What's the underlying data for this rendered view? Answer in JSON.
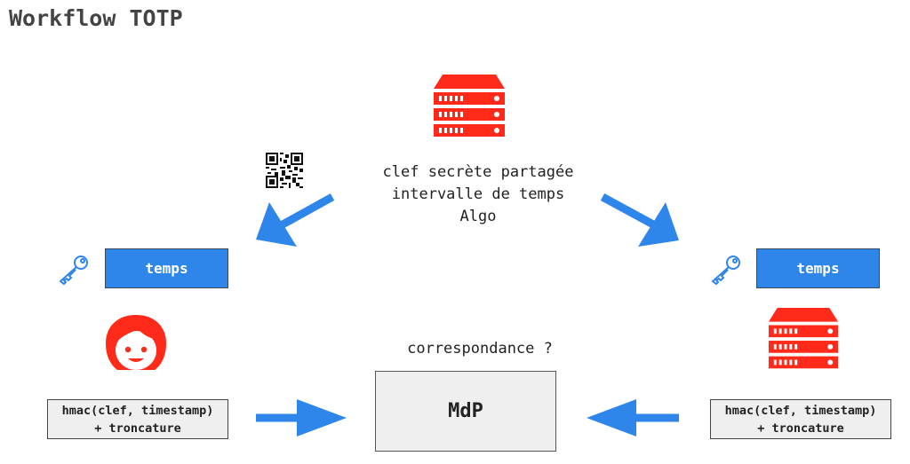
{
  "title": "Workflow TOTP",
  "server_info": {
    "line1": "clef secrète partagée",
    "line2": "intervalle de temps",
    "line3": "Algo"
  },
  "left": {
    "time_label": "temps",
    "compute_line1": "hmac(clef, timestamp)",
    "compute_line2": "+ troncature"
  },
  "right": {
    "time_label": "temps",
    "compute_line1": "hmac(clef, timestamp)",
    "compute_line2": "+ troncature"
  },
  "center": {
    "question": "correspondance ?",
    "result": "MdP"
  },
  "colors": {
    "arrow": "#2f86ea",
    "box_blue": "#2f86ea",
    "server_red": "#ff2a1a",
    "box_gray": "#efefef"
  },
  "icons": [
    "server-icon",
    "qr-code-icon",
    "key-icon",
    "user-avatar-icon",
    "arrow-icon"
  ]
}
